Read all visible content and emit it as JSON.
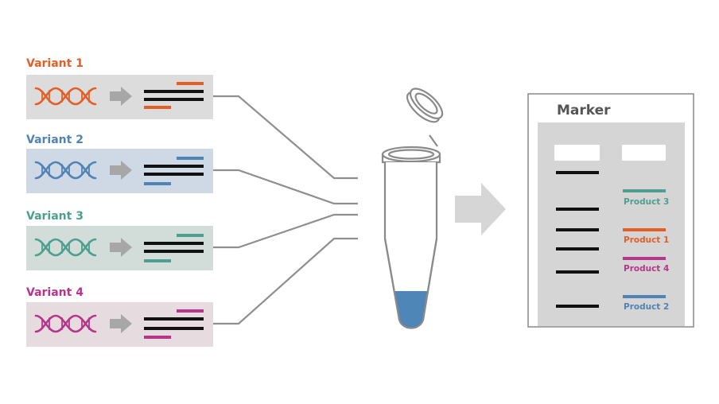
{
  "variants": [
    {
      "label": "Variant 1",
      "color": "#e35f27",
      "panel": "#dcdcdc"
    },
    {
      "label": "Variant 2",
      "color": "#5183b5",
      "panel": "#cfd9e6"
    },
    {
      "label": "Variant 3",
      "color": "#4e9f8e",
      "panel": "#d2ddd9"
    },
    {
      "label": "Variant 4",
      "color": "#b7358a",
      "panel": "#e6dcdf"
    }
  ],
  "gel": {
    "title": "Marker",
    "products": [
      {
        "label": "Product 3",
        "color": "#4e9f8e"
      },
      {
        "label": "Product 1",
        "color": "#e35f27"
      },
      {
        "label": "Product 4",
        "color": "#b7358a"
      },
      {
        "label": "Product 2",
        "color": "#5183b5"
      }
    ]
  },
  "colors": {
    "band": "#111111",
    "arrow": "#a7a7a7",
    "connector": "#8f8f8f",
    "tube_outline": "#8a8a8a",
    "liquid": "#4f86b8",
    "gel_bg": "#d5d5d5",
    "well": "#ffffff"
  },
  "icons": [
    "dna-helix-icon",
    "arrow-right-icon",
    "pcr-tube-icon",
    "gel-electrophoresis-icon"
  ]
}
